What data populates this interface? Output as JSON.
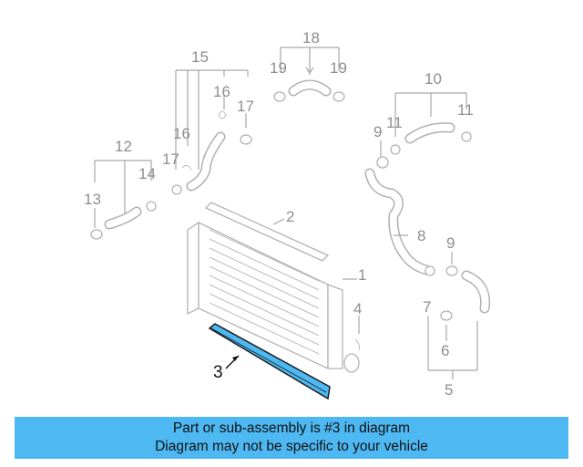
{
  "callouts": {
    "c1": "1",
    "c2": "2",
    "c3": "3",
    "c4": "4",
    "c5": "5",
    "c6": "6",
    "c7": "7",
    "c8": "8",
    "c9a": "9",
    "c9b": "9",
    "c10": "10",
    "c11a": "11",
    "c11b": "11",
    "c12": "12",
    "c13": "13",
    "c14": "14",
    "c15": "15",
    "c16a": "16",
    "c16b": "16",
    "c17a": "17",
    "c17b": "17",
    "c18": "18",
    "c19a": "19",
    "c19b": "19"
  },
  "highlight": {
    "part_number": "3",
    "color": "#4db8f2"
  },
  "banner": {
    "line1": "Part or sub-assembly is #3 in diagram",
    "line2": "Diagram may not be specific to your vehicle",
    "background": "#4db8f2"
  }
}
